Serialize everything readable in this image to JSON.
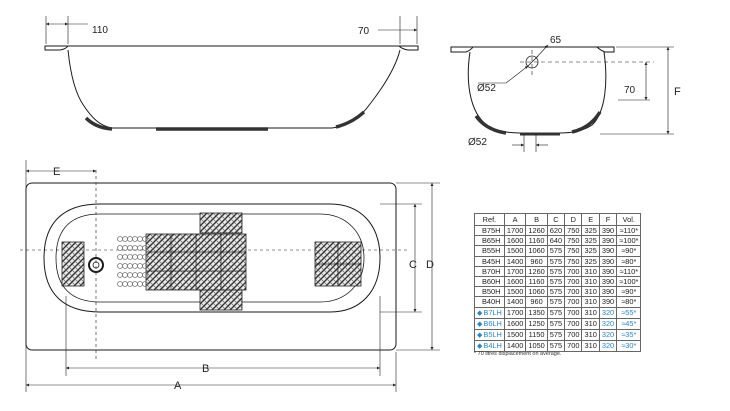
{
  "dimensions": {
    "rim_left": "110",
    "rim_right": "70",
    "top_radius": "65",
    "drain_hole": "Ø52",
    "overflow_hole": "Ø52",
    "end_rim": "70",
    "height_label": "F",
    "width_c_label": "C",
    "depth_d_label": "D",
    "length_a_label": "A",
    "length_b_label": "B",
    "offset_e_label": "E"
  },
  "spec_table": {
    "headers": [
      "Ref.",
      "A",
      "B",
      "C",
      "D",
      "E",
      "F",
      "Vol."
    ],
    "rows": [
      {
        "ref": "B75H",
        "a": "1700",
        "b": "1260",
        "c": "620",
        "d": "750",
        "e": "325",
        "f": "390",
        "vol": "≈110*",
        "lh": false
      },
      {
        "ref": "B65H",
        "a": "1600",
        "b": "1160",
        "c": "640",
        "d": "750",
        "e": "325",
        "f": "390",
        "vol": "≈100*",
        "lh": false
      },
      {
        "ref": "B55H",
        "a": "1500",
        "b": "1060",
        "c": "575",
        "d": "750",
        "e": "325",
        "f": "390",
        "vol": "≈90*",
        "lh": false
      },
      {
        "ref": "B45H",
        "a": "1400",
        "b": "960",
        "c": "575",
        "d": "750",
        "e": "325",
        "f": "390",
        "vol": "≈80*",
        "lh": false
      },
      {
        "ref": "B70H",
        "a": "1700",
        "b": "1260",
        "c": "575",
        "d": "700",
        "e": "310",
        "f": "390",
        "vol": "≈110*",
        "lh": false
      },
      {
        "ref": "B60H",
        "a": "1600",
        "b": "1160",
        "c": "575",
        "d": "700",
        "e": "310",
        "f": "390",
        "vol": "≈100*",
        "lh": false
      },
      {
        "ref": "B50H",
        "a": "1500",
        "b": "1060",
        "c": "575",
        "d": "700",
        "e": "310",
        "f": "390",
        "vol": "≈90*",
        "lh": false
      },
      {
        "ref": "B40H",
        "a": "1400",
        "b": "960",
        "c": "575",
        "d": "700",
        "e": "310",
        "f": "390",
        "vol": "≈80*",
        "lh": false
      },
      {
        "ref": "B7LH",
        "a": "1700",
        "b": "1350",
        "c": "575",
        "d": "700",
        "e": "310",
        "f": "320",
        "vol": "≈55*",
        "lh": true
      },
      {
        "ref": "B6LH",
        "a": "1600",
        "b": "1250",
        "c": "575",
        "d": "700",
        "e": "310",
        "f": "320",
        "vol": "≈45*",
        "lh": true
      },
      {
        "ref": "B5LH",
        "a": "1500",
        "b": "1150",
        "c": "575",
        "d": "700",
        "e": "310",
        "f": "320",
        "vol": "≈35*",
        "lh": true
      },
      {
        "ref": "B4LH",
        "a": "1400",
        "b": "1050",
        "c": "575",
        "d": "700",
        "e": "310",
        "f": "320",
        "vol": "≈30*",
        "lh": true
      }
    ]
  },
  "footnote": "* 70 litres displacement on average.",
  "colors": {
    "line": "#1a1a1a",
    "shadow": "#555555",
    "mat_dark": "#333333",
    "blue": "#2b86c6"
  },
  "icons": {
    "low_height_marker": "drop-icon"
  }
}
